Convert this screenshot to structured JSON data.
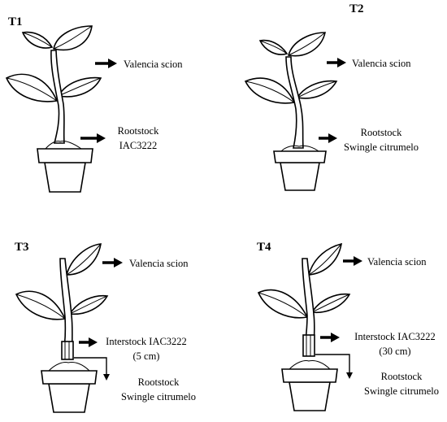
{
  "panels": [
    {
      "id": "T1",
      "title": "T1",
      "scion_label": "Valencia scion",
      "rootstock_lines": [
        "Rootstock",
        "IAC3222"
      ],
      "interstock_lines": []
    },
    {
      "id": "T2",
      "title": "T2",
      "scion_label": "Valencia scion",
      "rootstock_lines": [
        "Rootstock",
        "Swingle citrumelo"
      ],
      "interstock_lines": []
    },
    {
      "id": "T3",
      "title": "T3",
      "scion_label": "Valencia scion",
      "rootstock_lines": [
        "Rootstock",
        "Swingle citrumelo"
      ],
      "interstock_lines": [
        "Interstock IAC3222",
        "(5 cm)"
      ]
    },
    {
      "id": "T4",
      "title": "T4",
      "scion_label": "Valencia scion",
      "rootstock_lines": [
        "Rootstock",
        "Swingle citrumelo"
      ],
      "interstock_lines": [
        "Interstock IAC3222",
        "(30 cm)"
      ]
    }
  ]
}
